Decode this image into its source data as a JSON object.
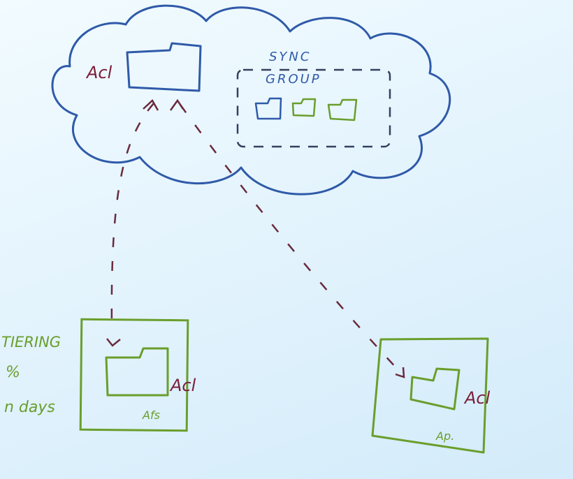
{
  "cloud": {
    "folder_label": "Acl",
    "sync_group_line1": "SYNC",
    "sync_group_line2": "GROUP"
  },
  "server_left": {
    "acl_label": "Acl",
    "server_label": "Afs",
    "tiering_line1": "TIERING",
    "tiering_line2": "%",
    "tiering_line3": "n days"
  },
  "server_right": {
    "acl_label": "Acl",
    "server_label": "Ap."
  },
  "colors": {
    "background": "#e4f4fd",
    "cloud_outline": "#2f5aa8",
    "acl_text": "#7a1f3a",
    "green": "#6a9e2c",
    "arrow": "#6b2a3e"
  }
}
